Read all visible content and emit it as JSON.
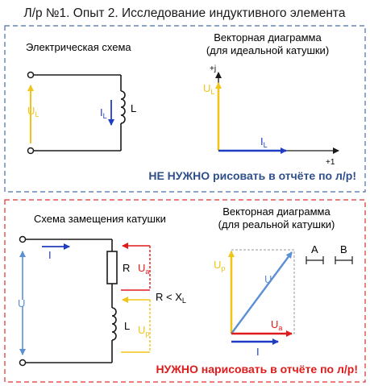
{
  "page": {
    "title": "Л/р №1. Опыт 2. Исследование индуктивного элемента"
  },
  "panel_top": {
    "circuit_title": "Электрическая схема",
    "diagram_title_1": "Векторная диаграмма",
    "diagram_title_2": "(для идеальной катушки)",
    "u_label": "U",
    "u_sub": "L",
    "i_label": "I",
    "i_sub": "L",
    "coil_label": "L",
    "axis_j": "+j",
    "axis_1": "+1",
    "vec_u_label": "U",
    "vec_u_sub": "L",
    "vec_i_label": "I",
    "vec_i_sub": "L",
    "note": "НЕ НУЖНО рисовать в отчёте по л/р!"
  },
  "panel_bottom": {
    "circuit_title": "Схема замещения катушки",
    "diagram_title_1": "Векторная диаграмма",
    "diagram_title_2": "(для реальной катушки)",
    "i_label": "I",
    "u_label": "U",
    "r_label": "R",
    "ua_label": "U",
    "ua_sub": "a",
    "relation": "R < X",
    "relation_sub": "L",
    "l_label": "L",
    "up_label": "U",
    "up_sub": "p",
    "vec_up_label": "U",
    "vec_up_sub": "p",
    "vec_u_label": "U",
    "vec_ua_label": "U",
    "vec_ua_sub": "a",
    "vec_i_label": "I",
    "scale_a": "A",
    "scale_b": "B",
    "note": "НУЖНО нарисовать в отчёте по л/р!"
  },
  "colors": {
    "voltage": "#f0c419",
    "current": "#1f3cc4",
    "active": "#e01b1b",
    "resultant": "#5b8fd6",
    "border_top": "#4a6fa5",
    "border_bottom": "#e03030",
    "note_top": "#2f4f8a",
    "note_bottom": "#e01b1b"
  }
}
